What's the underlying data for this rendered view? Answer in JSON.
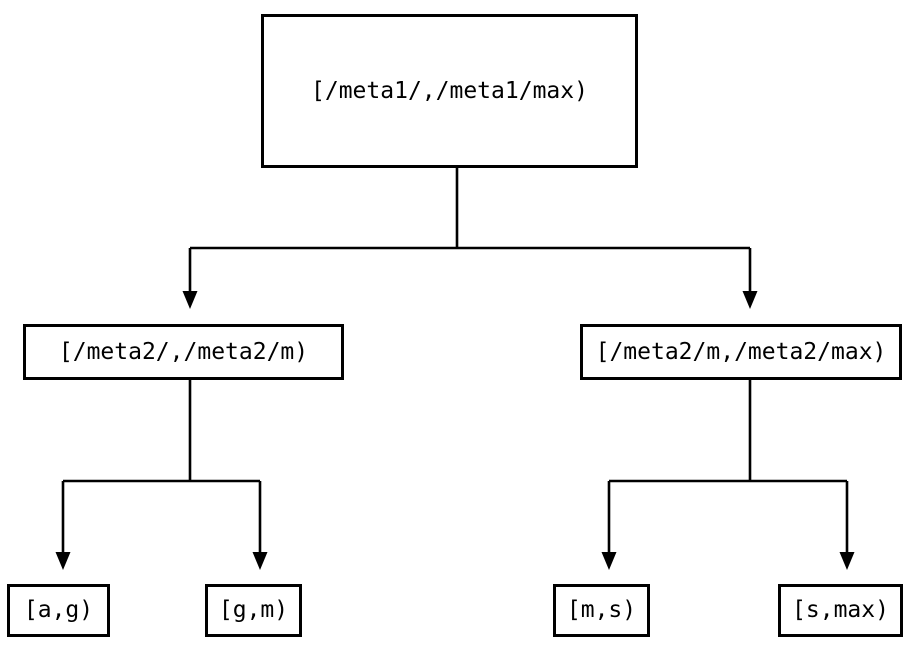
{
  "diagram": {
    "type": "tree",
    "background_color": "#ffffff",
    "line_color": "#000000",
    "text_color": "#000000",
    "nodes": {
      "root": {
        "label": "[/meta1/,/meta1/max)",
        "level": 0
      },
      "meta2_low": {
        "label": "[/meta2/,/meta2/m)",
        "level": 1
      },
      "meta2_high": {
        "label": "[/meta2/m,/meta2/max)",
        "level": 1
      },
      "leaf_ag": {
        "label": "[a,g)",
        "level": 2
      },
      "leaf_gm": {
        "label": "[g,m)",
        "level": 2
      },
      "leaf_ms": {
        "label": "[m,s)",
        "level": 2
      },
      "leaf_smax": {
        "label": "[s,max)",
        "level": 2
      }
    },
    "edges": [
      {
        "from": "root",
        "to": "meta2_low"
      },
      {
        "from": "root",
        "to": "meta2_high"
      },
      {
        "from": "meta2_low",
        "to": "leaf_ag"
      },
      {
        "from": "meta2_low",
        "to": "leaf_gm"
      },
      {
        "from": "meta2_high",
        "to": "leaf_ms"
      },
      {
        "from": "meta2_high",
        "to": "leaf_smax"
      }
    ]
  }
}
